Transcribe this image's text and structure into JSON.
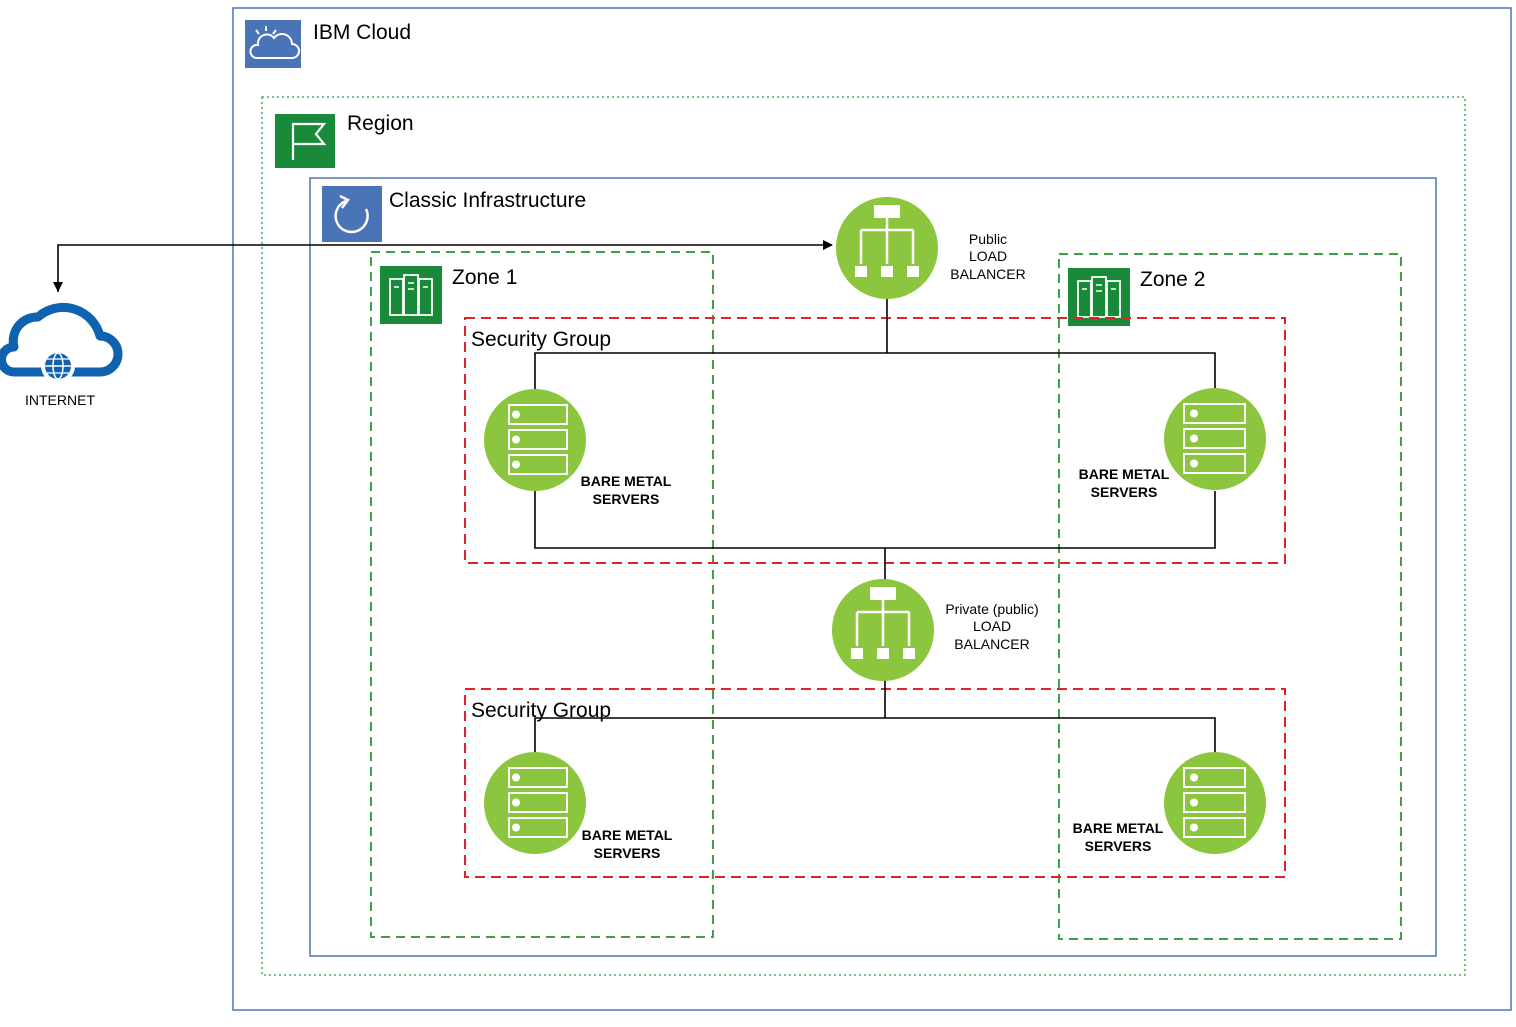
{
  "ibm_cloud": {
    "label": "IBM Cloud",
    "icon": "ibm-cloud-icon"
  },
  "region": {
    "label": "Region",
    "icon": "flag-icon"
  },
  "classic_infrastructure": {
    "label": "Classic Infrastructure",
    "icon": "refresh-icon"
  },
  "zones": [
    {
      "label": "Zone 1",
      "icon": "datacenter-icon"
    },
    {
      "label": "Zone 2",
      "icon": "datacenter-icon"
    }
  ],
  "security_groups": [
    {
      "label": "Security Group"
    },
    {
      "label": "Security Group"
    }
  ],
  "internet": {
    "label": "INTERNET",
    "icon": "internet-cloud-icon"
  },
  "public_load_balancer": {
    "line1": "Public",
    "line2": "LOAD",
    "line3": "BALANCER",
    "icon": "load-balancer-icon"
  },
  "private_load_balancer": {
    "line1": "Private (public)",
    "line2": "LOAD",
    "line3": "BALANCER",
    "icon": "load-balancer-icon"
  },
  "servers": [
    {
      "line1": "BARE METAL",
      "line2": "SERVERS",
      "icon": "bare-metal-server-icon"
    },
    {
      "line1": "BARE METAL",
      "line2": "SERVERS",
      "icon": "bare-metal-server-icon"
    },
    {
      "line1": "BARE METAL",
      "line2": "SERVERS",
      "icon": "bare-metal-server-icon"
    },
    {
      "line1": "BARE METAL",
      "line2": "SERVERS",
      "icon": "bare-metal-server-icon"
    }
  ],
  "colors": {
    "ibm_blue": "#4A74B8",
    "region_green": "#2E9A3E",
    "icon_green": "#198A3A",
    "node_green": "#8CC63F",
    "zone_green": "#3AA34A",
    "security_red": "#E02424",
    "internet_blue": "#0F62B0"
  }
}
